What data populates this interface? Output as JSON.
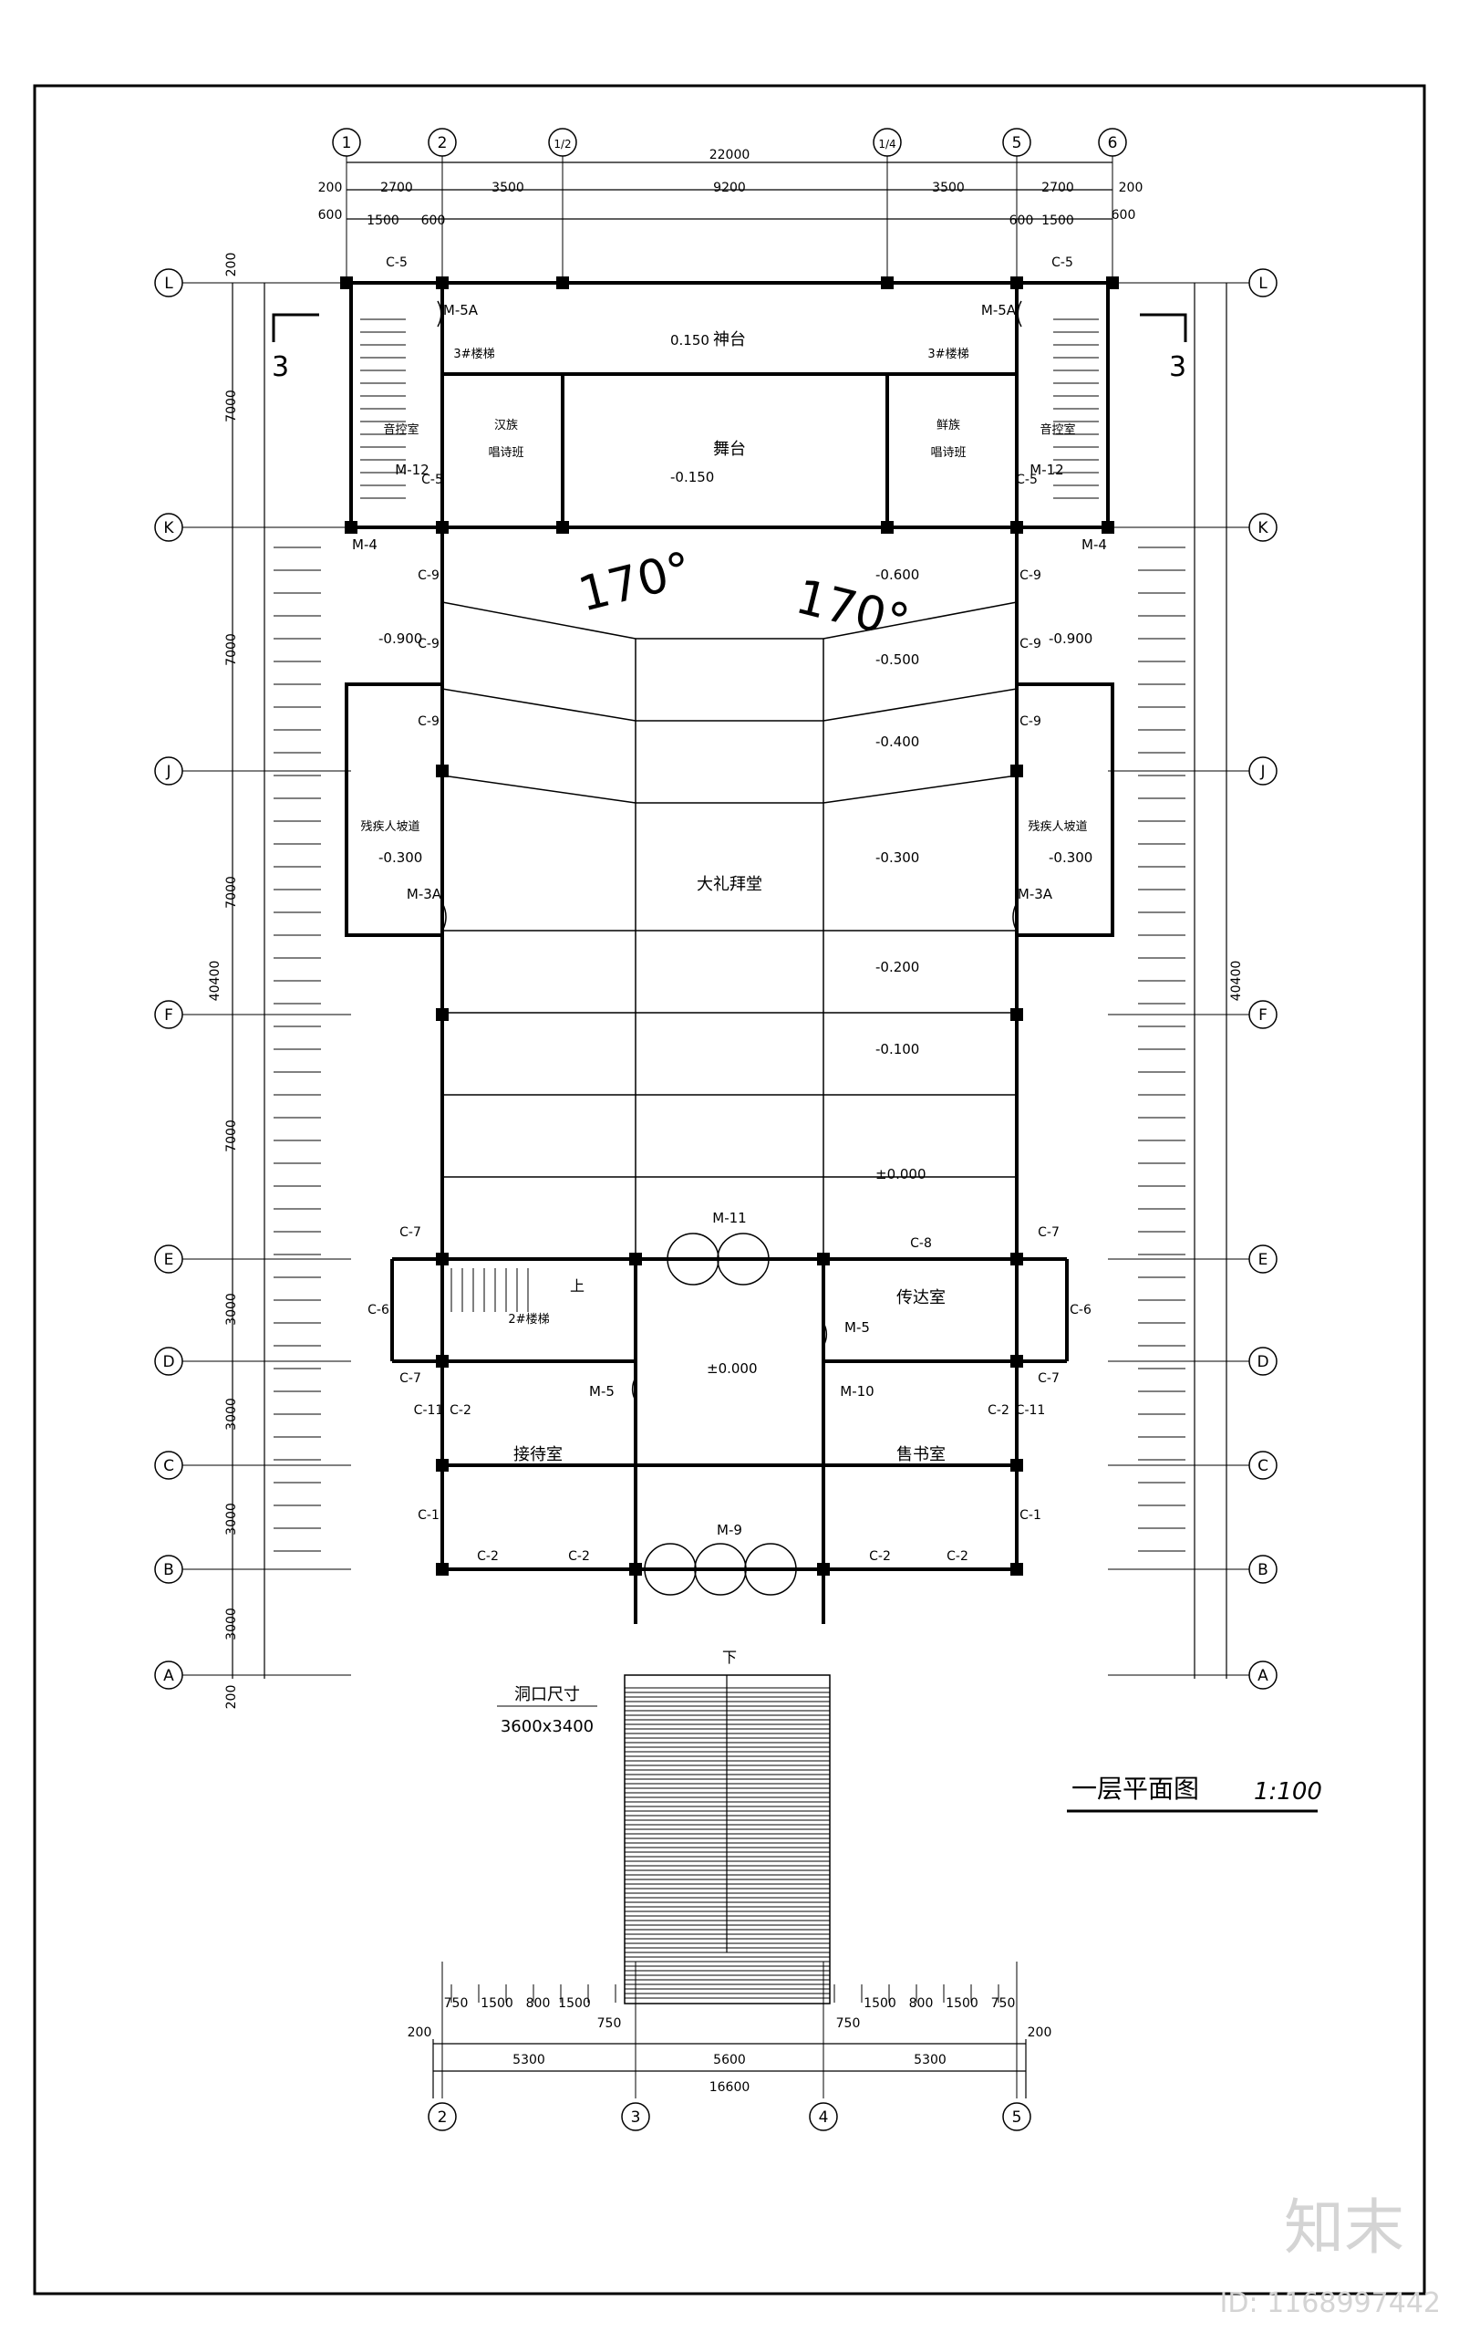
{
  "drawing": {
    "title": "一层平面图",
    "scale": "1:100",
    "line_color": "#000000",
    "background": "#ffffff"
  },
  "axes": {
    "top": [
      "1",
      "2",
      "1/2",
      "1/4",
      "5",
      "6"
    ],
    "left": [
      "L",
      "K",
      "J",
      "F",
      "E",
      "D",
      "C",
      "B",
      "A"
    ],
    "bottom": [
      "2",
      "3",
      "4",
      "5"
    ]
  },
  "dimensions": {
    "top_total": "22000",
    "top_segments": [
      "200",
      "2700",
      "3500",
      "9200",
      "3500",
      "2700",
      "200"
    ],
    "top_sub": [
      "600",
      "1500",
      "600",
      "600",
      "1500",
      "600"
    ],
    "side_total": "40400",
    "side_segments": [
      "200",
      "7000",
      "7000",
      "7000",
      "7000",
      "3000",
      "3000",
      "3000",
      "3000",
      "200"
    ],
    "bottom_total": "16600",
    "bottom_segments": [
      "200",
      "5300",
      "5600",
      "5300",
      "200"
    ],
    "bottom_sub": [
      "750",
      "1500",
      "800",
      "1500",
      "750",
      "1500",
      "800",
      "1500",
      "750",
      "750"
    ]
  },
  "rooms": [
    "神台",
    "舞台",
    "大礼拜堂",
    "传达室",
    "接待室",
    "售书室",
    "音控室",
    "音控室",
    "汉族",
    "鲜族",
    "唱诗班",
    "唱诗班",
    "3#楼梯",
    "3#楼梯",
    "2#楼梯",
    "残疾人坡道",
    "残疾人坡道"
  ],
  "elevations": [
    "0.150",
    "-0.150",
    "-0.600",
    "-0.900",
    "-0.900",
    "-0.500",
    "-0.400",
    "-0.300",
    "-0.300",
    "-0.300",
    "-0.200",
    "-0.100",
    "±0.000",
    "±0.000"
  ],
  "doors": [
    "M-11",
    "M-9",
    "M-5",
    "M-5",
    "M-10",
    "M-3A",
    "M-3A",
    "M-5A",
    "M-5A",
    "M-12",
    "M-12",
    "M-4",
    "M-4"
  ],
  "windows": [
    "C-5",
    "C-5",
    "C-5",
    "C-5",
    "C-9",
    "C-9",
    "C-9",
    "C-9",
    "C-9",
    "C-9",
    "C-8",
    "C-7",
    "C-7",
    "C-7",
    "C-7",
    "C-6",
    "C-6",
    "C-11",
    "C-11",
    "C-2",
    "C-2",
    "C-2",
    "C-2",
    "C-2",
    "C-2",
    "C-1",
    "C-1"
  ],
  "annotations": {
    "angle_left": "170°",
    "angle_right": "170°",
    "opening_label": "洞口尺寸",
    "opening_size": "3600x3400",
    "up": "上",
    "down": "下",
    "section_mark": "3"
  },
  "watermark": {
    "logo": "知末",
    "id": "ID: 1168997442"
  }
}
